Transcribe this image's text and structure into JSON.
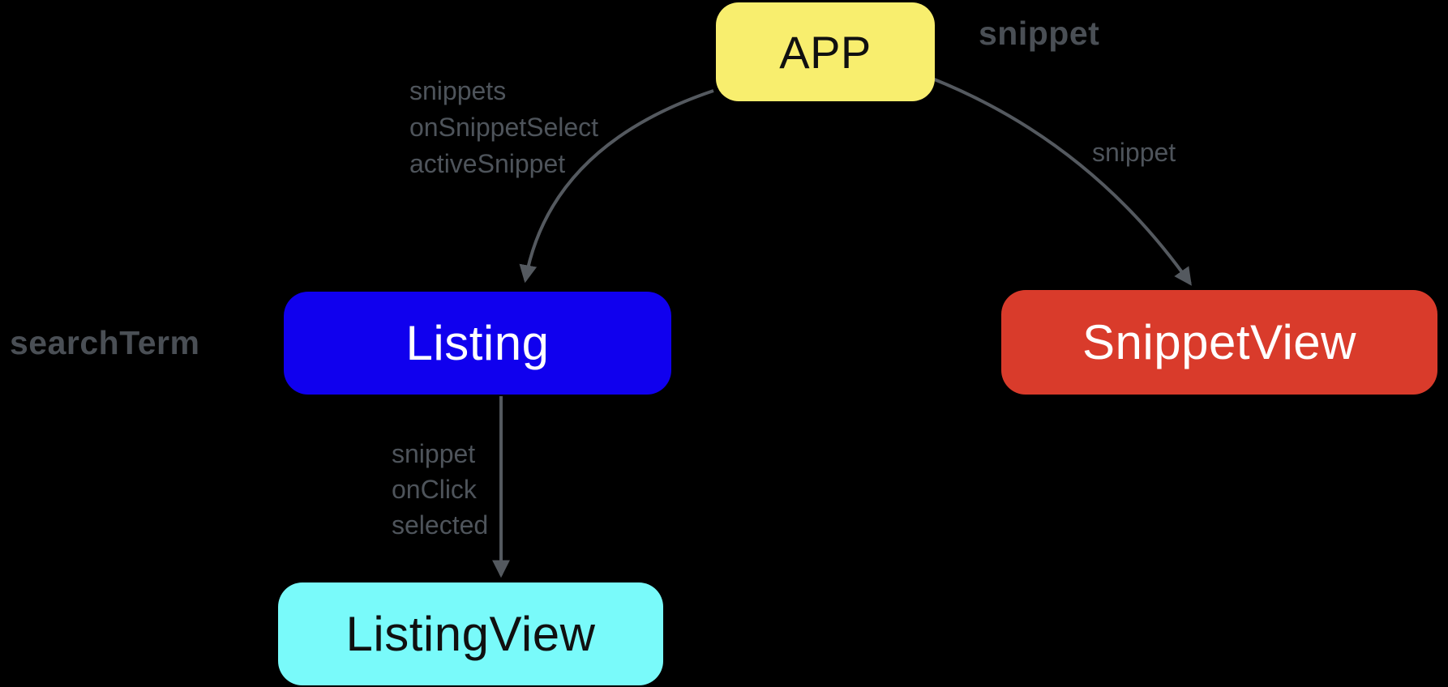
{
  "diagram": {
    "title": "React component hierarchy diagram",
    "background_color": "#000000",
    "arrow_color": "#54595F",
    "prop_label_color": "#4E545B",
    "state_label_color": "#4A4F55"
  },
  "nodes": {
    "app": {
      "label": "APP",
      "fill": "#F8EE6E",
      "text_color": "#101010"
    },
    "listing": {
      "label": "Listing",
      "fill": "#1000EE",
      "text_color": "#FFFFFF"
    },
    "snippet_view": {
      "label": "SnippetView",
      "fill": "#D93B2B",
      "text_color": "#FFFFFF"
    },
    "listing_view": {
      "label": "ListingView",
      "fill": "#79FAFA",
      "text_color": "#101010"
    }
  },
  "state_labels": {
    "app_state": "snippet",
    "listing_state": "searchTerm"
  },
  "edges": [
    {
      "from": "APP",
      "to": "Listing",
      "props": [
        "snippets",
        "onSnippetSelect",
        "activeSnippet"
      ]
    },
    {
      "from": "APP",
      "to": "SnippetView",
      "props": [
        "snippet"
      ]
    },
    {
      "from": "Listing",
      "to": "ListingView",
      "props": [
        "snippet",
        "onClick",
        "selected"
      ]
    }
  ]
}
